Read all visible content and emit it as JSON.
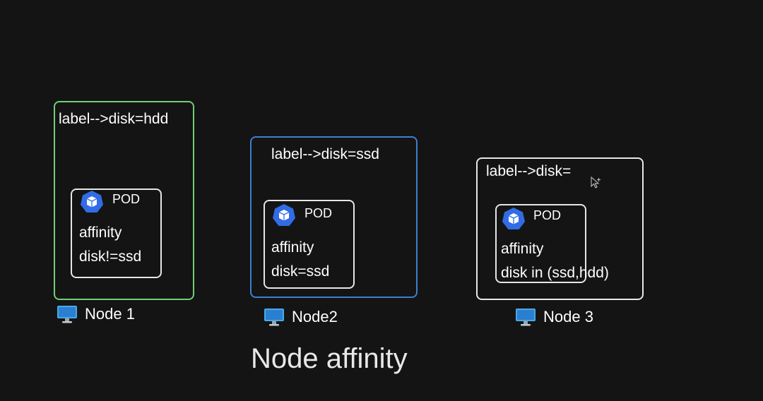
{
  "title": "Node affinity",
  "colors": {
    "background": "#141414",
    "node1_border": "#6fcf74",
    "node2_border": "#3f7fd1",
    "node3_border": "#e8e8e8",
    "pod_icon": "#326ce5"
  },
  "nodes": [
    {
      "label": "label-->disk=hdd",
      "caption": "Node 1",
      "caption_icon": "computer-monitor-icon",
      "pod": {
        "title": "POD",
        "icon": "kubernetes-pod-icon",
        "line1": "affinity",
        "line2": "disk!=ssd"
      }
    },
    {
      "label": "label-->disk=ssd",
      "caption": "Node2",
      "caption_icon": "computer-monitor-icon",
      "pod": {
        "title": "POD",
        "icon": "kubernetes-pod-icon",
        "line1": "affinity",
        "line2": "disk=ssd"
      }
    },
    {
      "label": "label-->disk=",
      "caption": "Node 3",
      "caption_icon": "computer-monitor-icon",
      "pod": {
        "title": "POD",
        "icon": "kubernetes-pod-icon",
        "line1": "affinity",
        "line2": "disk in (ssd,hdd)"
      }
    }
  ]
}
